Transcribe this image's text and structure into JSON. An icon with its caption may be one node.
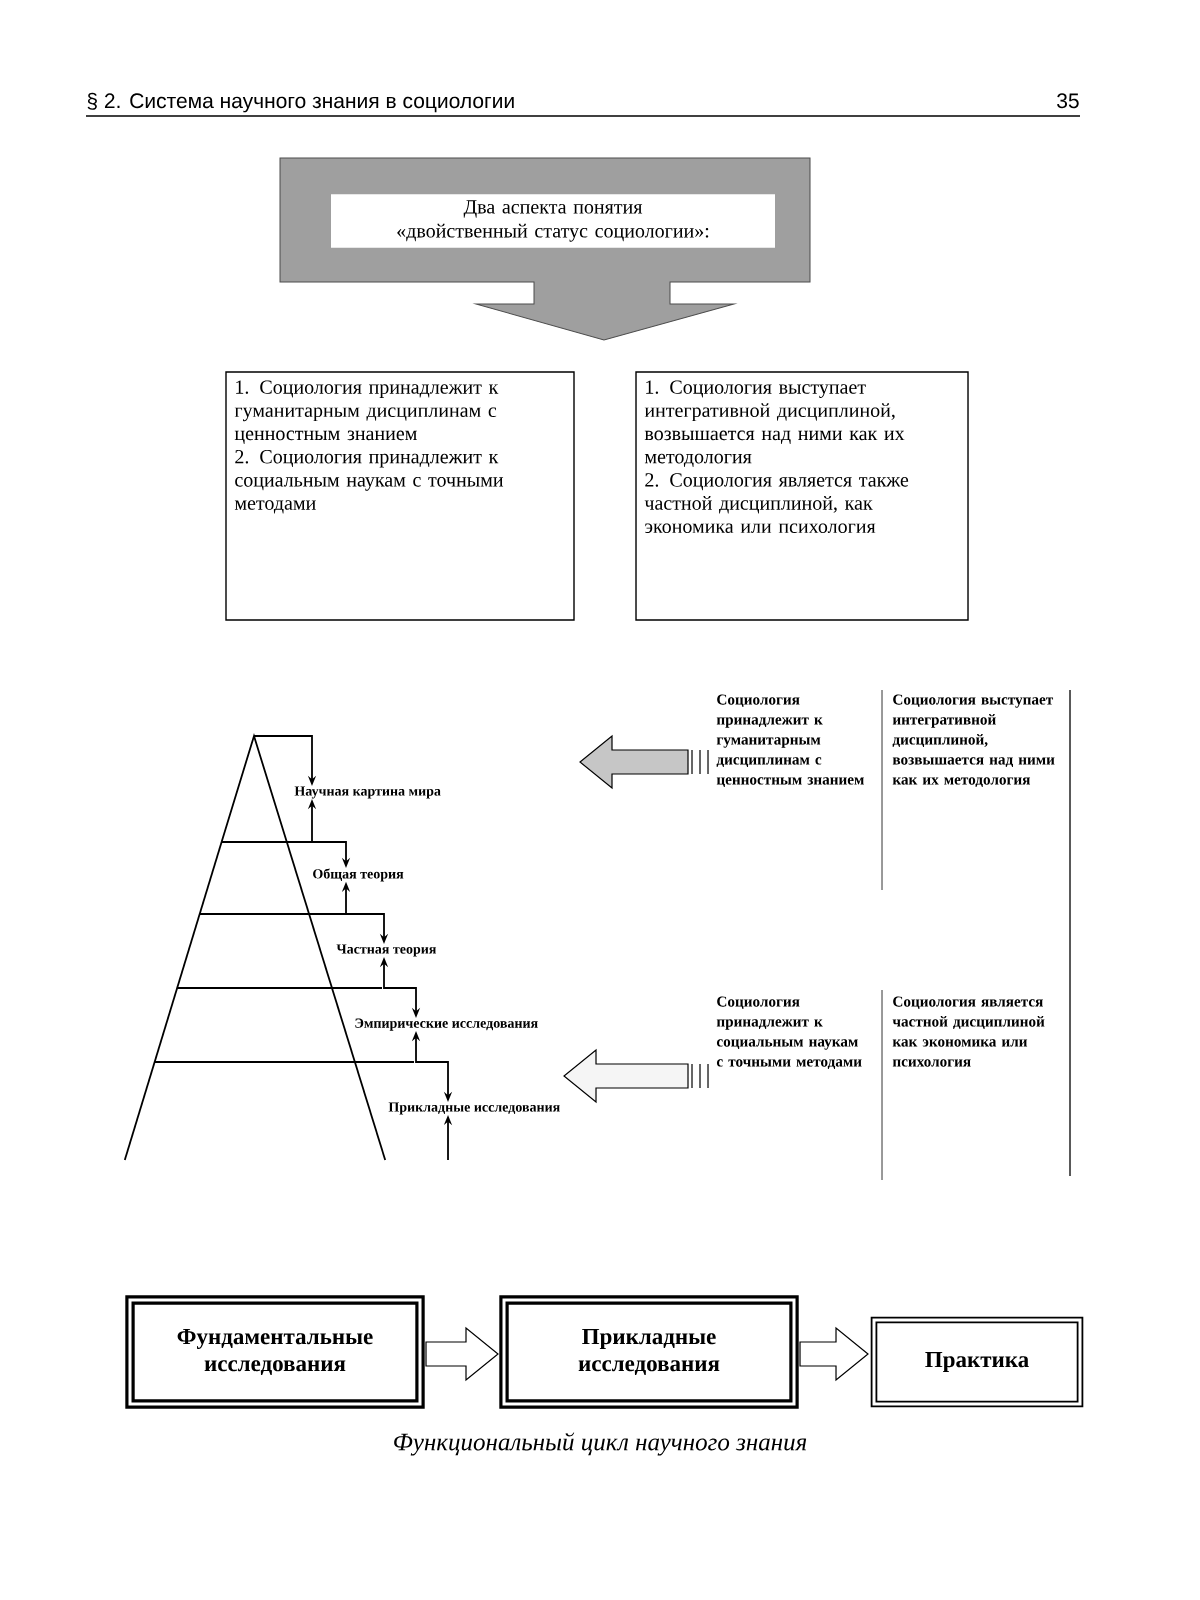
{
  "diagram": {
    "caption": "Функциональный цикл научного знания",
    "nodes": [
      {
        "text": [
          "Два аспекта понятия «двойственный статус социологии»:"
        ]
      },
      {
        "text": [
          "1. Социология принадлежит к гуманитарным дисциплинам с ценностным знанием",
          "2. Социология принадлежит к социальным наукам с точными методами"
        ]
      },
      {
        "text": [
          "1. Социология выступает интегративной дисциплиной, возвышается над ними как их методология",
          "2. Социология является также частной дисциплиной, как экономика или психология"
        ]
      },
      {
        "text": [
          "Научная картина мира"
        ]
      },
      {
        "text": [
          "Общая теория"
        ]
      },
      {
        "text": [
          "Частная теория"
        ]
      },
      {
        "text": [
          "Эмпирические исследования"
        ]
      },
      {
        "text": [
          "Прикладные исследования"
        ]
      },
      {
        "text": [
          "Социология принадлежит к гуманитарным дисциплинам с ценностным знанием"
        ]
      },
      {
        "text": [
          "Социология выступает интегративной дисциплиной, возвышается над ними как их методология"
        ]
      },
      {
        "text": [
          "Социология принадлежит к социальным наукам с точными методами"
        ]
      },
      {
        "text": [
          "Социология является частной дисциплиной как экономика или психология"
        ]
      },
      {
        "text": [
          "Фундаментальные исследования"
        ]
      },
      {
        "text": [
          "Прикладные исследования"
        ]
      },
      {
        "text": [
          "Практика"
        ]
      },
      {
        "text": [],
        "shape": "triangle"
      }
    ],
    "edges": [
      {
        "from": 15,
        "to": 3,
        "arrow": "to"
      },
      {
        "from": 3,
        "to": 4,
        "arrow": "both"
      },
      {
        "from": 4,
        "to": 5,
        "arrow": "both"
      },
      {
        "from": 5,
        "to": 6,
        "arrow": "both"
      },
      {
        "from": 6,
        "to": 7,
        "arrow": "both"
      },
      {
        "from": null,
        "to": 7,
        "arrow": "to"
      },
      {
        "from": 8,
        "to": null,
        "arrow": "to",
        "style": "thick"
      },
      {
        "from": 10,
        "to": null,
        "arrow": "to",
        "style": "thick"
      },
      {
        "from": 12,
        "to": 13,
        "arrow": "to",
        "style": "thick"
      },
      {
        "from": 13,
        "to": 14,
        "arrow": "to",
        "style": "thick"
      }
    ],
    "labels": [
      "§ 2. Система научного знания в социологии",
      "35"
    ]
  }
}
